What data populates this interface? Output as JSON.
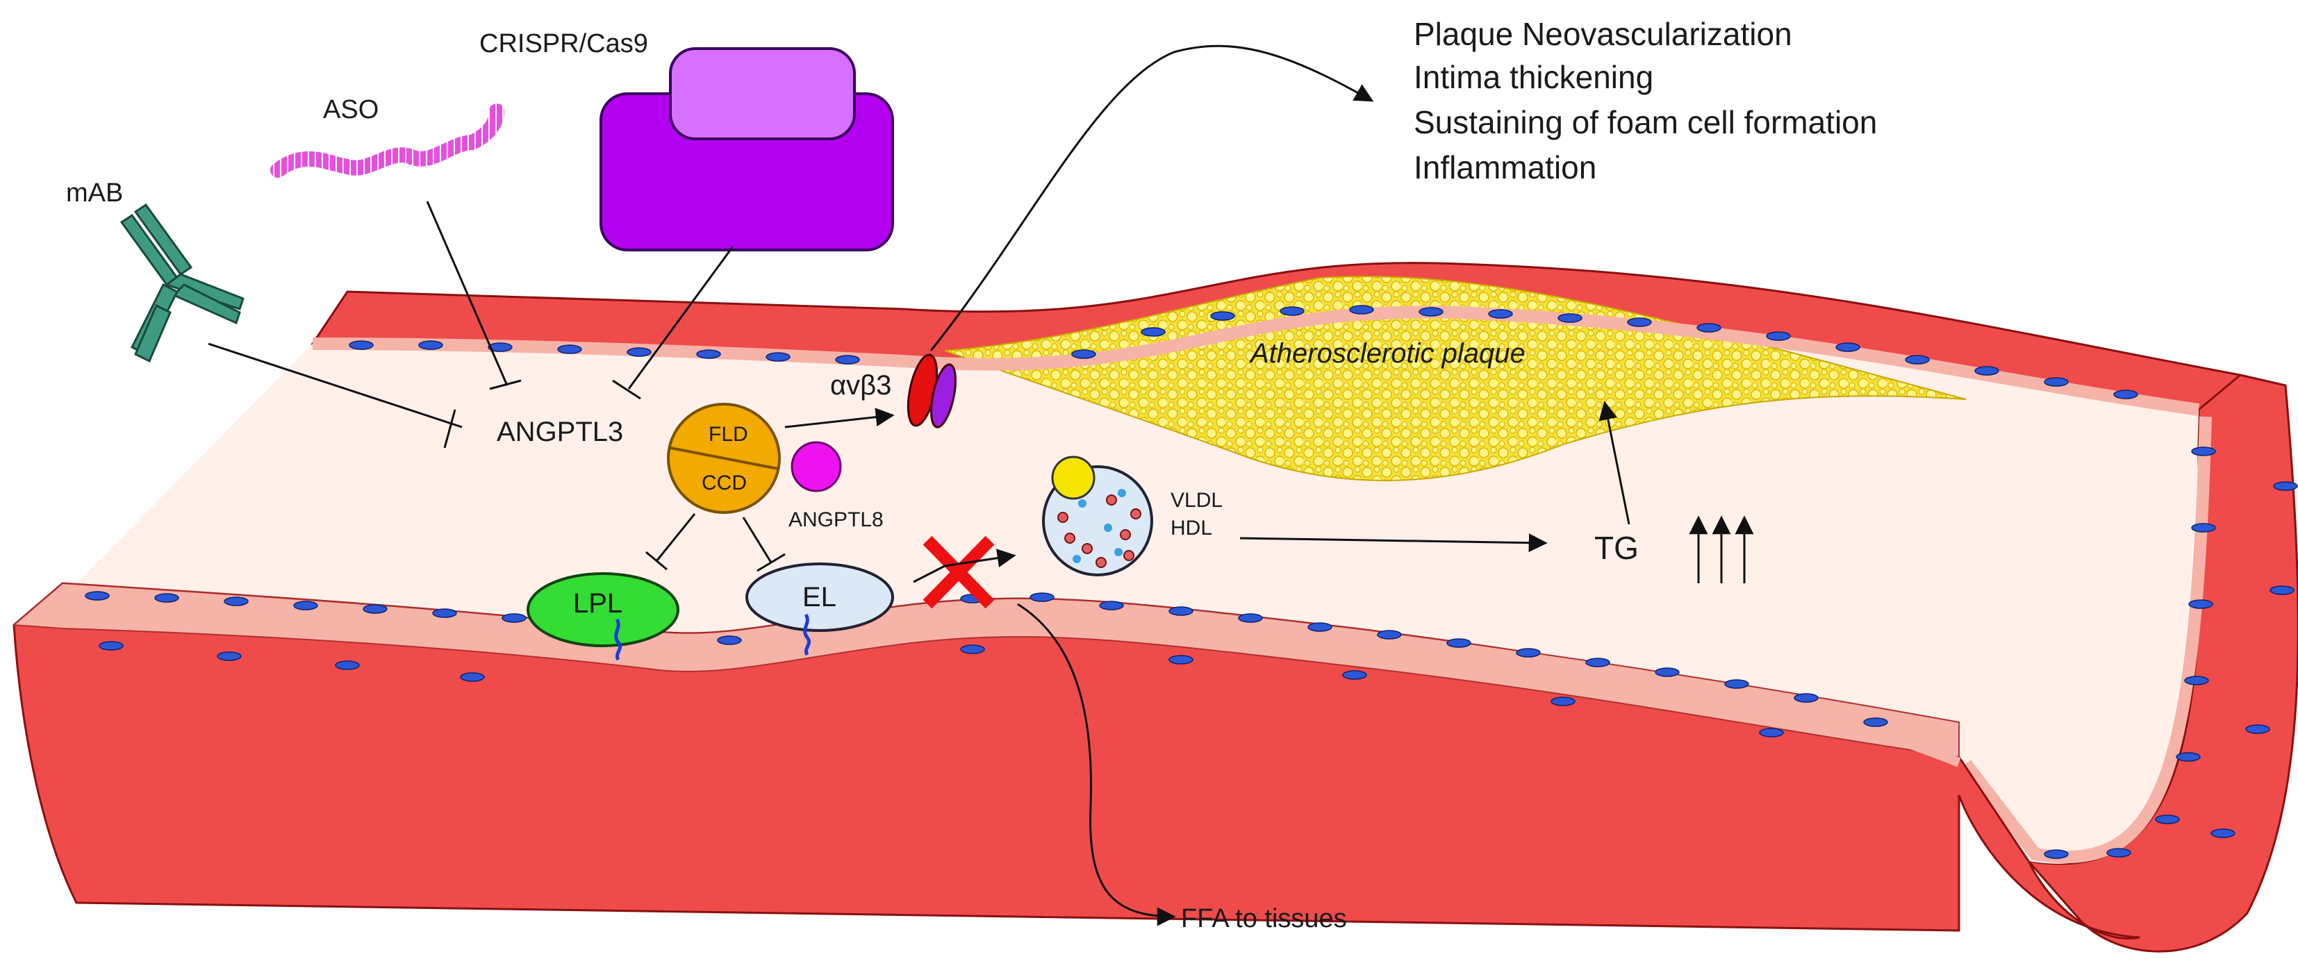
{
  "agents": {
    "crispr": "CRISPR/Cas9",
    "aso": "ASO",
    "mab": "mAB"
  },
  "outcomes": [
    "Plaque Neovascularization",
    "Intima thickening",
    "Sustaining of foam cell formation",
    "Inflammation"
  ],
  "molecules": {
    "angptl3": "ANGPTL3",
    "angptl8": "ANGPTL8",
    "fld": "FLD",
    "ccd": "CCD",
    "integrin": "αvβ3",
    "lpl": "LPL",
    "el": "EL",
    "lipoprotein": [
      "VLDL",
      "HDL"
    ],
    "tg": "TG",
    "tg_arrows": "↑↑↑"
  },
  "labels": {
    "plaque": "Atherosclerotic plaque",
    "ffa": "FFA to tissues"
  },
  "colors": {
    "vessel_wall": "#ef4b4b",
    "lumen": "#fff0ea",
    "intima": "#f6b3a8",
    "plaque": "#f7e23c",
    "endothelial_nucleus": "#2c58d6",
    "antibody": "#3f9a82",
    "aso": "#e64fdc",
    "cas9": "#b300f0",
    "angptl3": "#f2a900",
    "angptl8": "#ee12ee",
    "lpl": "#33dd33",
    "el": "#dbe8f6",
    "inhibition_cross": "#ee1111"
  }
}
